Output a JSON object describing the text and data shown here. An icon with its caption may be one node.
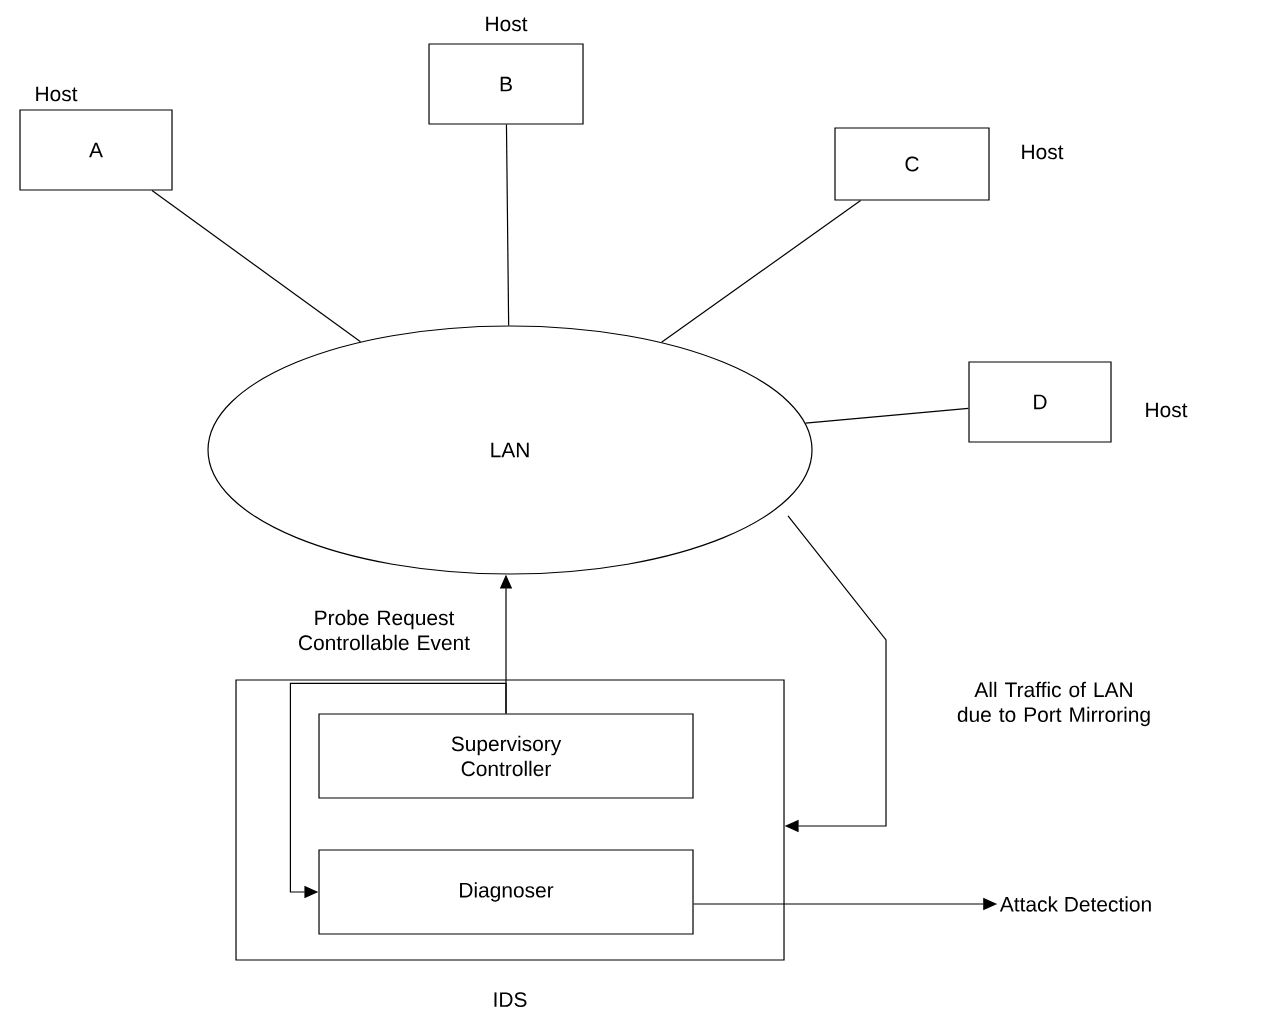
{
  "diagram": {
    "nodes": [
      {
        "text": [
          "A"
        ],
        "beside": [
          "Host"
        ]
      },
      {
        "text": [
          "B"
        ],
        "beside": [
          "Host"
        ]
      },
      {
        "text": [
          "C"
        ],
        "beside": [
          "Host"
        ]
      },
      {
        "text": [
          "D"
        ],
        "beside": [
          "Host"
        ]
      },
      {
        "text": [
          "LAN"
        ]
      },
      {
        "text": [
          "IDS"
        ]
      },
      {
        "text": [
          "Supervisory Controller"
        ],
        "in": 5
      },
      {
        "text": [
          "Diagnoser"
        ],
        "in": 5
      },
      {
        "text": [
          "Attack Detection"
        ]
      }
    ],
    "edges": [
      {
        "from": 0,
        "to": 4,
        "arrow": "none"
      },
      {
        "from": 1,
        "to": 4,
        "arrow": "none"
      },
      {
        "from": 2,
        "to": 4,
        "arrow": "none"
      },
      {
        "from": 3,
        "to": 4,
        "arrow": "none"
      },
      {
        "from": 6,
        "to": 4,
        "arrow": "to",
        "label": "Probe Request Controllable Event"
      },
      {
        "from": 6,
        "to": 7,
        "arrow": "to"
      },
      {
        "from": 4,
        "to": 5,
        "arrow": "to",
        "label": "All Traffic of LAN due to Port Mirroring"
      },
      {
        "from": 7,
        "to": 8,
        "arrow": "to"
      }
    ]
  }
}
